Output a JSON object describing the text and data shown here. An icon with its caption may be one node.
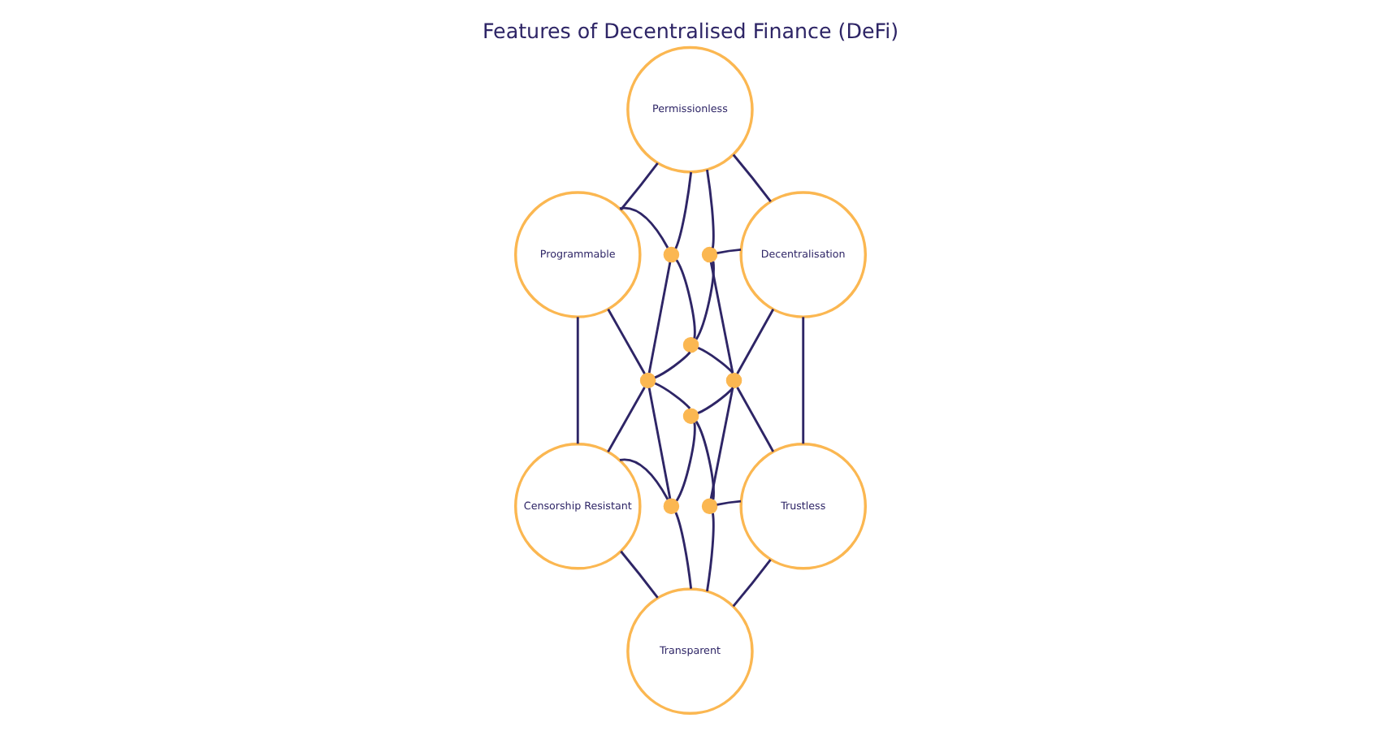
{
  "diagram": {
    "title": "Features of Decentralised Finance (DeFi)",
    "nodes": [
      {
        "text": [
          "Permissionless"
        ]
      },
      {
        "text": [
          "Programmable"
        ]
      },
      {
        "text": [
          "Decentralisation"
        ]
      },
      {
        "text": [],
        "shape": "circle"
      },
      {
        "text": [],
        "shape": "circle"
      },
      {
        "text": [],
        "shape": "circle"
      },
      {
        "text": [],
        "shape": "circle"
      },
      {
        "text": [],
        "shape": "circle"
      },
      {
        "text": [],
        "shape": "circle"
      },
      {
        "text": [],
        "shape": "circle"
      },
      {
        "text": [],
        "shape": "circle"
      },
      {
        "text": [
          "Censorship Resistant"
        ]
      },
      {
        "text": [
          "Trustless"
        ]
      },
      {
        "text": [
          "Transparent"
        ]
      }
    ],
    "edges": [
      {
        "from": 0,
        "to": 1,
        "arrow": "none"
      },
      {
        "from": 0,
        "to": 2,
        "arrow": "none"
      },
      {
        "from": 1,
        "to": 11,
        "arrow": "none"
      },
      {
        "from": 2,
        "to": 12,
        "arrow": "none"
      },
      {
        "from": 11,
        "to": 13,
        "arrow": "none"
      },
      {
        "from": 12,
        "to": 13,
        "arrow": "none"
      },
      {
        "from": 0,
        "to": 3,
        "arrow": "none"
      },
      {
        "from": 0,
        "to": 4,
        "arrow": "none"
      },
      {
        "from": 1,
        "to": 3,
        "arrow": "none"
      },
      {
        "from": 4,
        "to": 2,
        "arrow": "none"
      },
      {
        "from": 11,
        "to": 9,
        "arrow": "none"
      },
      {
        "from": 10,
        "to": 12,
        "arrow": "none"
      },
      {
        "from": 9,
        "to": 13,
        "arrow": "none"
      },
      {
        "from": 10,
        "to": 13,
        "arrow": "none"
      },
      {
        "from": 3,
        "to": 6,
        "arrow": "none"
      },
      {
        "from": 6,
        "to": 9,
        "arrow": "none"
      },
      {
        "from": 4,
        "to": 7,
        "arrow": "none"
      },
      {
        "from": 7,
        "to": 10,
        "arrow": "none"
      },
      {
        "from": 3,
        "to": 5,
        "arrow": "none"
      },
      {
        "from": 5,
        "to": 7,
        "arrow": "none"
      },
      {
        "from": 7,
        "to": 12,
        "arrow": "none"
      },
      {
        "from": 4,
        "to": 5,
        "arrow": "none"
      },
      {
        "from": 5,
        "to": 6,
        "arrow": "none"
      },
      {
        "from": 6,
        "to": 11,
        "arrow": "none"
      },
      {
        "from": 1,
        "to": 6,
        "arrow": "none"
      },
      {
        "from": 6,
        "to": 8,
        "arrow": "none"
      },
      {
        "from": 8,
        "to": 10,
        "arrow": "none"
      },
      {
        "from": 2,
        "to": 7,
        "arrow": "none"
      },
      {
        "from": 7,
        "to": 8,
        "arrow": "none"
      },
      {
        "from": 8,
        "to": 9,
        "arrow": "none"
      }
    ]
  }
}
